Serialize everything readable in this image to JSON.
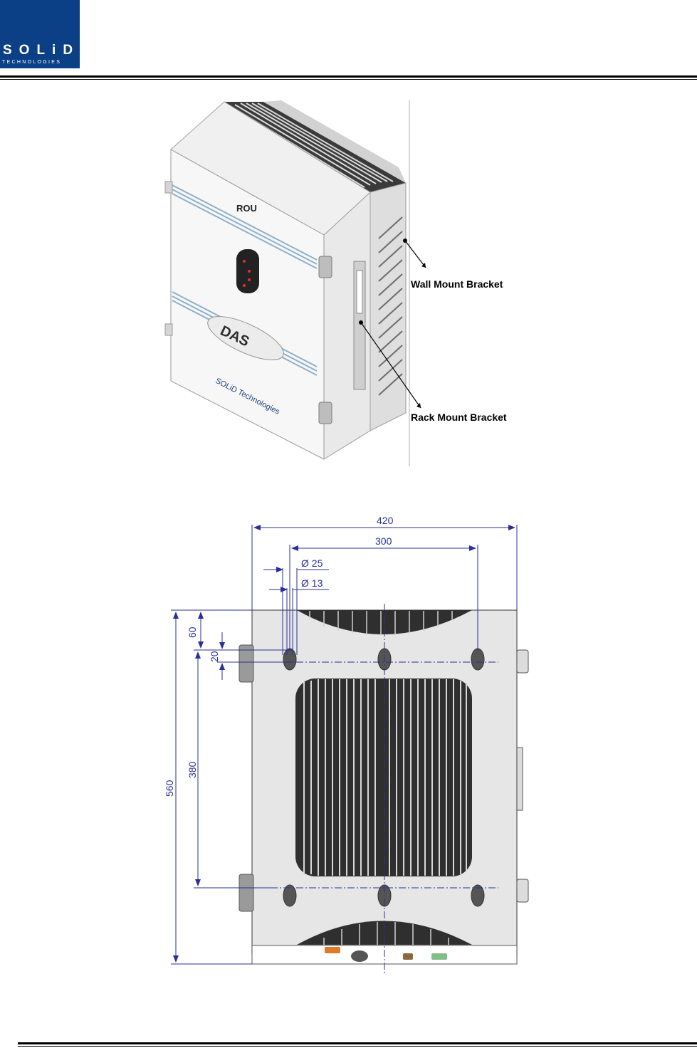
{
  "logo": {
    "brand": "SOLiD",
    "tagline": "TECHNOLOGIES"
  },
  "product": {
    "front_label": "ROU",
    "badge": "DAS",
    "maker": "SOLiD Technologies"
  },
  "callouts": {
    "wall": "Wall Mount Bracket",
    "rack": "Rack Mount Bracket"
  },
  "dimensions": {
    "width": "420",
    "hole_spacing": "300",
    "slot_outer": "Ø 25",
    "slot_inner": "Ø 13",
    "top_offset": "60",
    "slot_height": "20",
    "hole_vertical": "380",
    "height": "560"
  },
  "colors": {
    "logo_bg": "#0b3f86",
    "dimension_line": "#2a2f9a",
    "enclosure": "#e6e6e6"
  }
}
